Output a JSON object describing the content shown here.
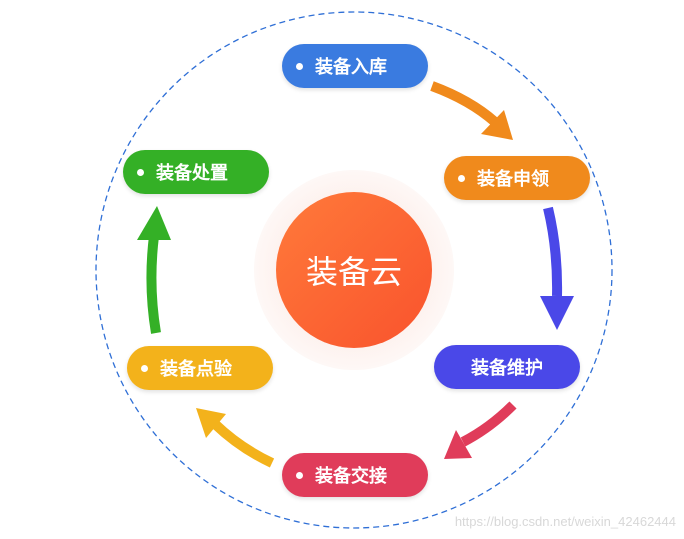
{
  "center": {
    "label": "装备云"
  },
  "nodes": [
    {
      "label": "装备入库",
      "color": "#3a7be0",
      "dot": true
    },
    {
      "label": "装备申领",
      "color": "#f08a1c",
      "dot": true
    },
    {
      "label": "装备维护",
      "color": "#4a48e8",
      "dot": false
    },
    {
      "label": "装备交接",
      "color": "#e03c5a",
      "dot": true
    },
    {
      "label": "装备点验",
      "color": "#f3b21b",
      "dot": true
    },
    {
      "label": "装备处置",
      "color": "#34b026",
      "dot": true
    }
  ],
  "arrows": [
    {
      "from": "装备入库",
      "to": "装备申领",
      "color": "#f08a1c"
    },
    {
      "from": "装备申领",
      "to": "装备维护",
      "color": "#4a48e8"
    },
    {
      "from": "装备维护",
      "to": "装备交接",
      "color": "#e03c5a"
    },
    {
      "from": "装备交接",
      "to": "装备点验",
      "color": "#f3b21b"
    },
    {
      "from": "装备点验",
      "to": "装备处置",
      "color": "#34b026"
    }
  ],
  "watermark": "https://blog.csdn.net/weixin_42462444"
}
